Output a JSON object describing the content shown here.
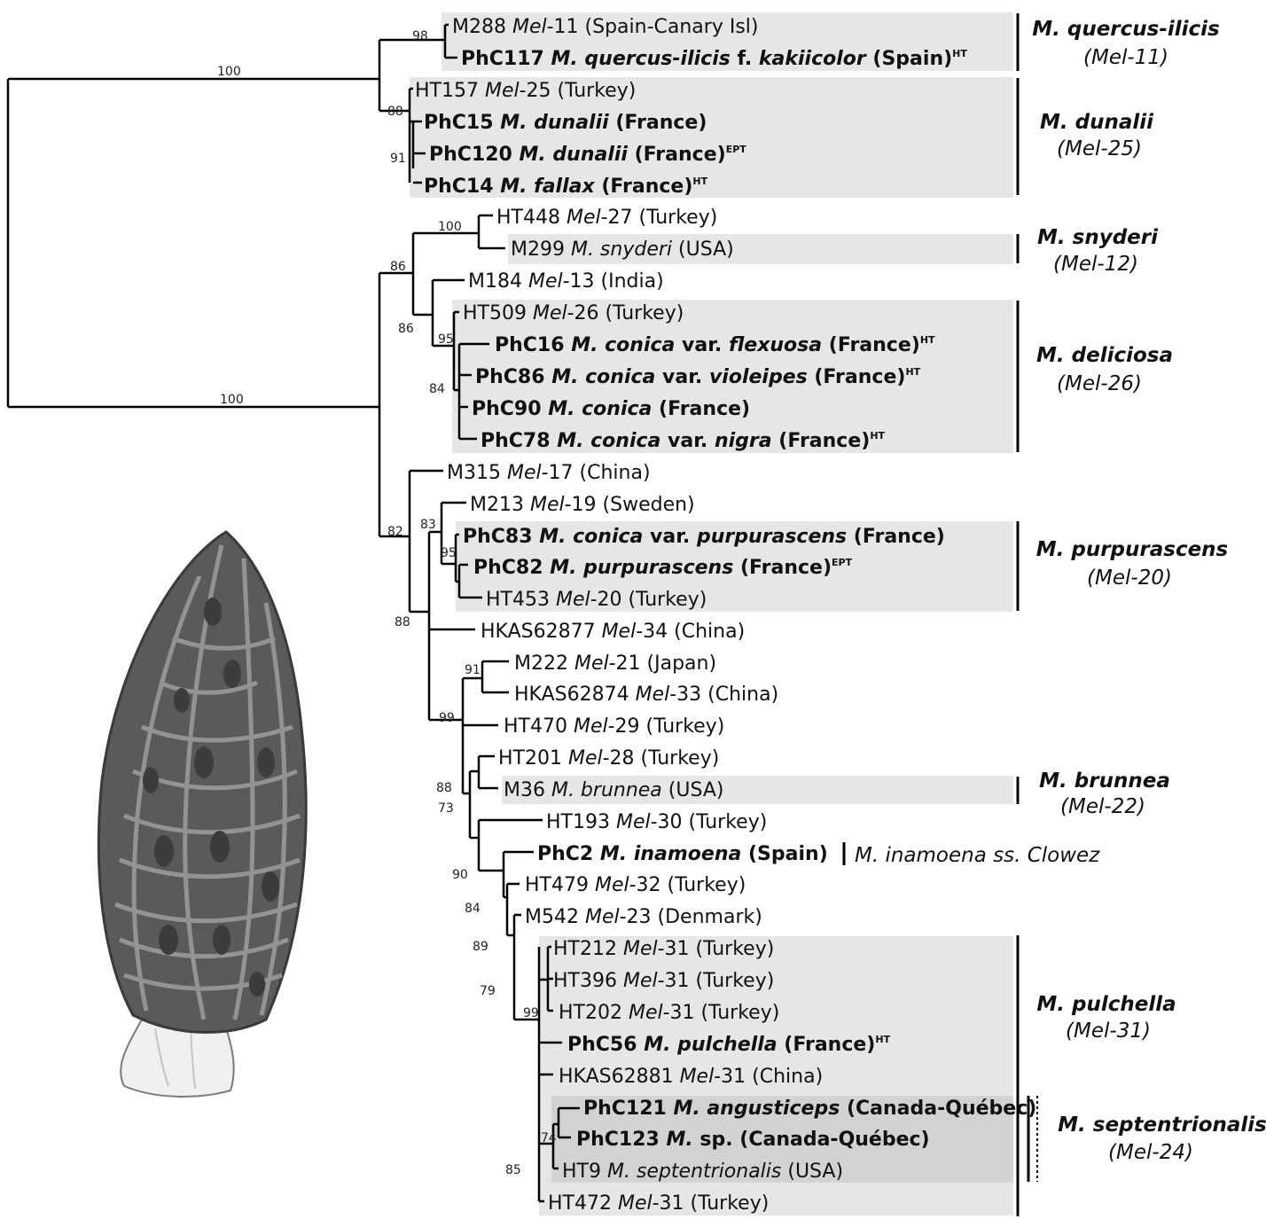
{
  "bootstrap": {
    "root_top": "100",
    "root_bottom": "100",
    "quercus": "98",
    "dunalii_88": "88",
    "dunalii_91": "91",
    "snyderi_100": "100",
    "clade_86a": "86",
    "clade_86b": "86",
    "deliciosa_95": "95",
    "deliciosa_84": "84",
    "clade_82": "82",
    "purp_83": "83",
    "purp_95": "95",
    "clade_88": "88",
    "clade_99": "99",
    "japan_91": "91",
    "brunnea_88": "88",
    "brunnea_73": "73",
    "clade_90": "90",
    "clade_84": "84",
    "clade_89": "89",
    "clade_79": "79",
    "pulchella_99": "99",
    "sept_74": "74",
    "sept_85": "85"
  },
  "tips": [
    {
      "id": "t1",
      "parts": [
        [
          "M288 ",
          ""
        ],
        [
          "Mel",
          ""
        ],
        [
          "-11 (Spain-Canary Isl)",
          ""
        ]
      ],
      "style": "n",
      "sup": ""
    },
    {
      "id": "t2",
      "parts": [
        [
          "PhC117 ",
          ""
        ],
        [
          "M. quercus-ilicis",
          ""
        ],
        [
          " f. ",
          ""
        ],
        [
          "kakiicolor",
          ""
        ],
        [
          " (Spain)",
          ""
        ]
      ],
      "style": "b",
      "sup": "HT"
    },
    {
      "id": "t3",
      "parts": [
        [
          "HT157 ",
          ""
        ],
        [
          "Mel",
          ""
        ],
        [
          "-25 (Turkey)",
          ""
        ]
      ],
      "style": "n",
      "sup": ""
    },
    {
      "id": "t4",
      "parts": [
        [
          "PhC15 ",
          ""
        ],
        [
          "M. dunalii",
          ""
        ],
        [
          " (France)",
          ""
        ]
      ],
      "style": "b",
      "sup": ""
    },
    {
      "id": "t5",
      "parts": [
        [
          "PhC120 ",
          ""
        ],
        [
          "M. dunalii",
          ""
        ],
        [
          " (France)",
          ""
        ]
      ],
      "style": "b",
      "sup": "EPT"
    },
    {
      "id": "t6",
      "parts": [
        [
          "PhC14 ",
          ""
        ],
        [
          "M. fallax",
          ""
        ],
        [
          " (France)",
          ""
        ]
      ],
      "style": "b",
      "sup": "HT"
    },
    {
      "id": "t7",
      "parts": [
        [
          "HT448 ",
          ""
        ],
        [
          "Mel",
          ""
        ],
        [
          "-27 (Turkey)",
          ""
        ]
      ],
      "style": "n",
      "sup": ""
    },
    {
      "id": "t8",
      "parts": [
        [
          "M299 ",
          ""
        ],
        [
          "M. snyderi",
          ""
        ],
        [
          " (USA)",
          ""
        ]
      ],
      "style": "n",
      "sup": ""
    },
    {
      "id": "t9",
      "parts": [
        [
          "M184 ",
          ""
        ],
        [
          "Mel",
          ""
        ],
        [
          "-13 (India)",
          ""
        ]
      ],
      "style": "n",
      "sup": ""
    },
    {
      "id": "t10",
      "parts": [
        [
          "HT509 ",
          ""
        ],
        [
          "Mel",
          ""
        ],
        [
          "-26 (Turkey)",
          ""
        ]
      ],
      "style": "n",
      "sup": ""
    },
    {
      "id": "t11",
      "parts": [
        [
          "PhC16 ",
          ""
        ],
        [
          "M. conica",
          ""
        ],
        [
          " var. ",
          ""
        ],
        [
          "flexuosa",
          ""
        ],
        [
          " (France)",
          ""
        ]
      ],
      "style": "b",
      "sup": "HT"
    },
    {
      "id": "t12",
      "parts": [
        [
          "PhC86 ",
          ""
        ],
        [
          "M. conica",
          ""
        ],
        [
          " var. ",
          ""
        ],
        [
          "violeipes",
          ""
        ],
        [
          " (France)",
          ""
        ]
      ],
      "style": "b",
      "sup": "HT"
    },
    {
      "id": "t13",
      "parts": [
        [
          "PhC90 ",
          ""
        ],
        [
          "M. conica",
          ""
        ],
        [
          " (France)",
          ""
        ]
      ],
      "style": "b",
      "sup": ""
    },
    {
      "id": "t14",
      "parts": [
        [
          "PhC78 ",
          ""
        ],
        [
          "M. conica",
          ""
        ],
        [
          " var. ",
          ""
        ],
        [
          "nigra",
          ""
        ],
        [
          " (France)",
          ""
        ]
      ],
      "style": "b",
      "sup": "HT"
    },
    {
      "id": "t15",
      "parts": [
        [
          "M315 ",
          ""
        ],
        [
          "Mel",
          ""
        ],
        [
          "-17 (China)",
          ""
        ]
      ],
      "style": "n",
      "sup": ""
    },
    {
      "id": "t16",
      "parts": [
        [
          "M213 ",
          ""
        ],
        [
          "Mel",
          ""
        ],
        [
          "-19 (Sweden)",
          ""
        ]
      ],
      "style": "n",
      "sup": ""
    },
    {
      "id": "t17",
      "parts": [
        [
          "PhC83 ",
          ""
        ],
        [
          "M. conica",
          ""
        ],
        [
          " var. ",
          ""
        ],
        [
          "purpurascens",
          ""
        ],
        [
          " (France)",
          ""
        ]
      ],
      "style": "b",
      "sup": ""
    },
    {
      "id": "t18",
      "parts": [
        [
          "PhC82 ",
          ""
        ],
        [
          "M. purpurascens",
          ""
        ],
        [
          " (France)",
          ""
        ]
      ],
      "style": "b",
      "sup": "EPT"
    },
    {
      "id": "t19",
      "parts": [
        [
          "HT453 ",
          ""
        ],
        [
          "Mel",
          ""
        ],
        [
          "-20 (Turkey)",
          ""
        ]
      ],
      "style": "n",
      "sup": ""
    },
    {
      "id": "t20",
      "parts": [
        [
          "HKAS62877 ",
          ""
        ],
        [
          "Mel",
          ""
        ],
        [
          "-34 (China)",
          ""
        ]
      ],
      "style": "n",
      "sup": ""
    },
    {
      "id": "t21",
      "parts": [
        [
          "M222 ",
          ""
        ],
        [
          "Mel",
          ""
        ],
        [
          "-21 (Japan)",
          ""
        ]
      ],
      "style": "n",
      "sup": ""
    },
    {
      "id": "t22",
      "parts": [
        [
          "HKAS62874 ",
          ""
        ],
        [
          "Mel",
          ""
        ],
        [
          "-33 (China)",
          ""
        ]
      ],
      "style": "n",
      "sup": ""
    },
    {
      "id": "t23",
      "parts": [
        [
          "HT470 ",
          ""
        ],
        [
          "Mel",
          ""
        ],
        [
          "-29 (Turkey)",
          ""
        ]
      ],
      "style": "n",
      "sup": ""
    },
    {
      "id": "t24",
      "parts": [
        [
          "HT201 ",
          ""
        ],
        [
          "Mel",
          ""
        ],
        [
          "-28 (Turkey)",
          ""
        ]
      ],
      "style": "n",
      "sup": ""
    },
    {
      "id": "t25",
      "parts": [
        [
          "M36 ",
          ""
        ],
        [
          "M. brunnea",
          ""
        ],
        [
          " (USA)",
          ""
        ]
      ],
      "style": "n",
      "sup": ""
    },
    {
      "id": "t26",
      "parts": [
        [
          "HT193 ",
          ""
        ],
        [
          "Mel",
          ""
        ],
        [
          "-30 (Turkey)",
          ""
        ]
      ],
      "style": "n",
      "sup": ""
    },
    {
      "id": "t27",
      "parts": [
        [
          "PhC2 ",
          ""
        ],
        [
          "M. inamoena",
          ""
        ],
        [
          " (Spain)",
          ""
        ]
      ],
      "style": "b",
      "sup": ""
    },
    {
      "id": "t28",
      "parts": [
        [
          "HT479 ",
          ""
        ],
        [
          "Mel",
          ""
        ],
        [
          "-32 (Turkey)",
          ""
        ]
      ],
      "style": "n",
      "sup": ""
    },
    {
      "id": "t29",
      "parts": [
        [
          "M542 ",
          ""
        ],
        [
          "Mel",
          ""
        ],
        [
          "-23 (Denmark)",
          ""
        ]
      ],
      "style": "n",
      "sup": ""
    },
    {
      "id": "t30",
      "parts": [
        [
          "HT212 ",
          ""
        ],
        [
          "Mel",
          ""
        ],
        [
          "-31 (Turkey)",
          ""
        ]
      ],
      "style": "n",
      "sup": ""
    },
    {
      "id": "t31",
      "parts": [
        [
          "HT396 ",
          ""
        ],
        [
          "Mel",
          ""
        ],
        [
          "-31 (Turkey)",
          ""
        ]
      ],
      "style": "n",
      "sup": ""
    },
    {
      "id": "t32",
      "parts": [
        [
          "HT202 ",
          ""
        ],
        [
          "Mel",
          ""
        ],
        [
          "-31 (Turkey)",
          ""
        ]
      ],
      "style": "n",
      "sup": ""
    },
    {
      "id": "t33",
      "parts": [
        [
          "PhC56 ",
          ""
        ],
        [
          "M. pulchella",
          ""
        ],
        [
          " (France)",
          ""
        ]
      ],
      "style": "b",
      "sup": "HT"
    },
    {
      "id": "t34",
      "parts": [
        [
          "HKAS62881 ",
          ""
        ],
        [
          "Mel",
          ""
        ],
        [
          "-31 (China)",
          ""
        ]
      ],
      "style": "n",
      "sup": ""
    },
    {
      "id": "t35",
      "parts": [
        [
          "PhC121 ",
          ""
        ],
        [
          "M. angusticeps",
          ""
        ],
        [
          " (Canada-Québec)",
          ""
        ]
      ],
      "style": "b",
      "sup": ""
    },
    {
      "id": "t36",
      "parts": [
        [
          "PhC123 ",
          ""
        ],
        [
          "M.",
          ""
        ],
        [
          " sp. (Canada-Québec)",
          ""
        ]
      ],
      "style": "b",
      "sup": ""
    },
    {
      "id": "t37",
      "parts": [
        [
          "HT9 ",
          ""
        ],
        [
          "M. septentrionalis",
          ""
        ],
        [
          "  (USA)",
          ""
        ]
      ],
      "style": "n",
      "sup": ""
    },
    {
      "id": "t38",
      "parts": [
        [
          "HT472 ",
          ""
        ],
        [
          "Mel",
          ""
        ],
        [
          "-31 (Turkey)",
          ""
        ]
      ],
      "style": "n",
      "sup": ""
    }
  ],
  "clades": {
    "quercus_name": "M. quercus-ilicis",
    "quercus_code": "(Mel-11)",
    "dunalii_name": "M. dunalii",
    "dunalii_code": "(Mel-25)",
    "snyderi_name": "M. snyderi",
    "snyderi_code": "(Mel-12)",
    "deliciosa_name": "M. deliciosa",
    "deliciosa_code": "(Mel-26)",
    "purp_name": "M. purpurascens",
    "purp_code": "(Mel-20)",
    "brunnea_name": "M. brunnea",
    "brunnea_code": "(Mel-22)",
    "inamoena_label": "M. inamoena ss. Clowez",
    "pulchella_name": "M. pulchella",
    "pulchella_code": "(Mel-31)",
    "sept_name": "M. septentrionalis",
    "sept_code": "(Mel-24)"
  },
  "colors": {
    "clade_box": "#e6e6e6",
    "subclade_box": "#d2d2d2",
    "morel_cap": "#5a5a5a",
    "morel_stem": "#f2f2f2"
  }
}
